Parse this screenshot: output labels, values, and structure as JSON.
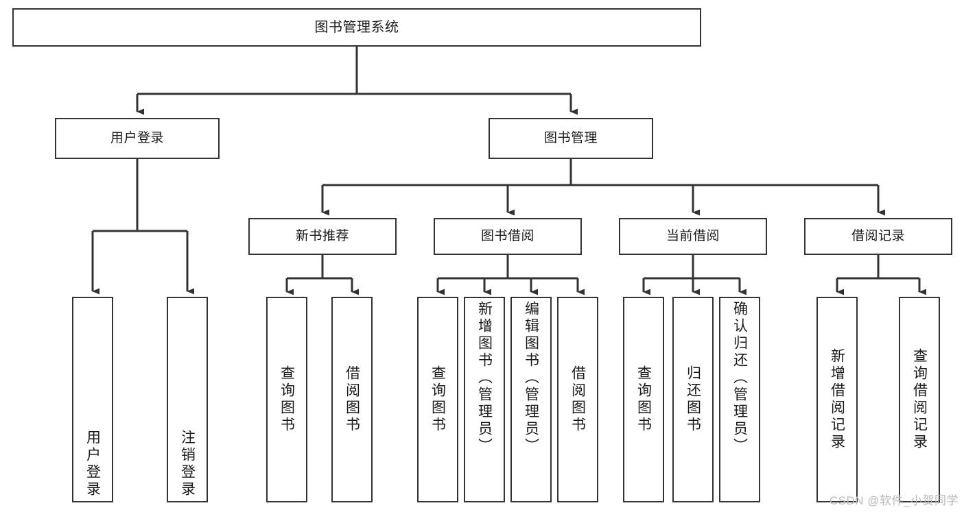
{
  "diagram": {
    "title": "图书管理系统",
    "type": "tree",
    "orientation": "top-down",
    "colors": {
      "box_stroke": "#333333",
      "box_fill": "#ffffff",
      "connector": "#333333",
      "text": "#1a1a1a",
      "watermark": "#b9b9b9",
      "background": "#ffffff"
    },
    "nodes": {
      "root": {
        "label": "图书管理系统",
        "level": 1
      },
      "user_login": {
        "label": "用户登录",
        "level": 2
      },
      "book_manage": {
        "label": "图书管理",
        "level": 2
      },
      "new_book_rec": {
        "label": "新书推荐",
        "level": 3
      },
      "book_borrow": {
        "label": "图书借阅",
        "level": 3
      },
      "current_borrow": {
        "label": "当前借阅",
        "level": 3
      },
      "borrow_record": {
        "label": "借阅记录",
        "level": 3
      },
      "leaf_user_login": {
        "label": "用户登录",
        "level": 4
      },
      "leaf_logout": {
        "label": "注销登录",
        "level": 4
      },
      "leaf_query_book_1": {
        "label": "查询图书",
        "level": 4
      },
      "leaf_borrow_book_1": {
        "label": "借阅图书",
        "level": 4
      },
      "leaf_query_book_2": {
        "label": "查询图书",
        "level": 4
      },
      "leaf_add_book": {
        "label": "新增图书（管理员）",
        "level": 4
      },
      "leaf_edit_book": {
        "label": "编辑图书（管理员）",
        "level": 4
      },
      "leaf_borrow_book_2": {
        "label": "借阅图书",
        "level": 4
      },
      "leaf_query_book_3": {
        "label": "查询图书",
        "level": 4
      },
      "leaf_return_book": {
        "label": "归还图书",
        "level": 4
      },
      "leaf_confirm_return": {
        "label": "确认归还（管理员）",
        "level": 4
      },
      "leaf_add_record": {
        "label": "新增借阅记录",
        "level": 4
      },
      "leaf_query_record": {
        "label": "查询借阅记录",
        "level": 4
      }
    },
    "edges": [
      {
        "from": "root",
        "to": "user_login"
      },
      {
        "from": "root",
        "to": "book_manage"
      },
      {
        "from": "user_login",
        "to": "leaf_user_login"
      },
      {
        "from": "user_login",
        "to": "leaf_logout"
      },
      {
        "from": "book_manage",
        "to": "new_book_rec"
      },
      {
        "from": "book_manage",
        "to": "book_borrow"
      },
      {
        "from": "book_manage",
        "to": "current_borrow"
      },
      {
        "from": "book_manage",
        "to": "borrow_record"
      },
      {
        "from": "new_book_rec",
        "to": "leaf_query_book_1"
      },
      {
        "from": "new_book_rec",
        "to": "leaf_borrow_book_1"
      },
      {
        "from": "book_borrow",
        "to": "leaf_query_book_2"
      },
      {
        "from": "book_borrow",
        "to": "leaf_add_book"
      },
      {
        "from": "book_borrow",
        "to": "leaf_edit_book"
      },
      {
        "from": "book_borrow",
        "to": "leaf_borrow_book_2"
      },
      {
        "from": "current_borrow",
        "to": "leaf_query_book_3"
      },
      {
        "from": "current_borrow",
        "to": "leaf_return_book"
      },
      {
        "from": "current_borrow",
        "to": "leaf_confirm_return"
      },
      {
        "from": "borrow_record",
        "to": "leaf_add_record"
      },
      {
        "from": "borrow_record",
        "to": "leaf_query_record"
      }
    ]
  },
  "watermark": {
    "text": "CSDN @软件_小贺同学"
  }
}
